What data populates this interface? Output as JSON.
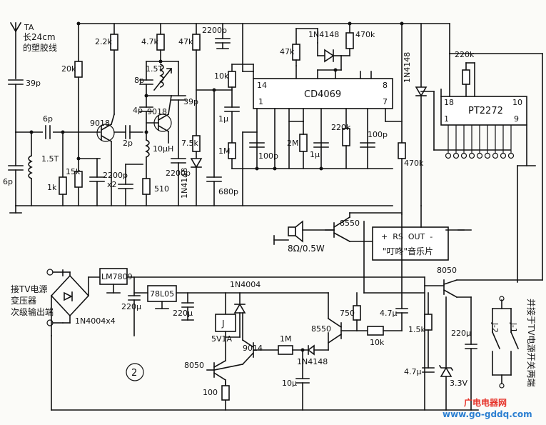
{
  "antenna": {
    "ta": "TA",
    "length": "长24cm",
    "wire": "的塑胶线"
  },
  "c_39p": "39p",
  "c_6p_top": "6p",
  "l_1_5t_left": "1.5T",
  "c_6p_left": "6p",
  "r_1k": "1k",
  "r_20k": "20k",
  "r_15k": "15k",
  "q_9018_a": "9018",
  "r_2_2k": "2.2k",
  "c_2p": "2p",
  "c_2200p_x2": "2200p\nx2",
  "r_4_7k_top": "4.7k",
  "l_1_5t_right": "1.5T",
  "c_8p": "8p",
  "c_4p": "4p",
  "q_9018_b": "9018",
  "l_10uh": "10μH",
  "r_510": "510",
  "r_47k_a": "47k",
  "c_39p_b": "39p",
  "r_7_5k": "7.5k",
  "d_1n4148_v": "1N4148",
  "c_2200p_b": "2200p",
  "c_2200p_top": "2200p",
  "r_10k": "10k",
  "c_1u_a": "1μ",
  "r_1m": "1M",
  "c_680p": "680p",
  "r_47k_b": "47k",
  "d_1n4148_top": "1N4148",
  "r_470k_top": "470k",
  "ic_cd4069": {
    "name": "CD4069",
    "p14": "14",
    "p1": "1",
    "p8": "8",
    "p7": "7"
  },
  "c_100p_a": "100p",
  "r_2m": "2M",
  "c_1u_b": "1μ",
  "r_220k_a": "220k",
  "c_100p_b": "100p",
  "r_470k_mid": "470k",
  "d_1n4148_mid": "1N4148",
  "r_220k_b": "220k",
  "ic_pt2272": {
    "name": "PT2272",
    "p18": "18",
    "p1": "1",
    "p10": "10",
    "p9": "9"
  },
  "speaker": "8Ω/0.5W",
  "q_8550_a": "8550",
  "music": {
    "pins": "+  RS  OUT  -",
    "name": "\"叮咚\"音乐片"
  },
  "power": {
    "line1": "接TV电源",
    "line2": "变压器",
    "line3": "次级输出端"
  },
  "d_bridge": "1N4004x4",
  "reg_lm7809": "LM7809",
  "c_220u_a": "220μ",
  "reg_78l05": "78L05",
  "c_220u_b": "220μ",
  "d_1n4004": "1N4004",
  "relay": {
    "coil": "J",
    "rating": "5V1A"
  },
  "q_9014": "9014",
  "q_8050_a": "8050",
  "r_100": "100",
  "r_1m_b": "1M",
  "d_1n4148_b": "1N4148",
  "c_10u": "10μ",
  "q_8550_b": "8550",
  "r_750": "750",
  "c_4_7u_a": "4.7μ",
  "r_10k_b": "10k",
  "q_8050_b": "8050",
  "r_1_5k": "1.5k",
  "c_4_7u_b": "4.7μ",
  "zener": "3.3V",
  "c_220u_c": "220μ",
  "switch": {
    "j2": "J-2",
    "j1": "J-1",
    "note": "并接于TV电源开关两端"
  },
  "circle_num": "2",
  "watermark": {
    "cn": "广电电器网",
    "url": "www.go-gddq.com"
  }
}
